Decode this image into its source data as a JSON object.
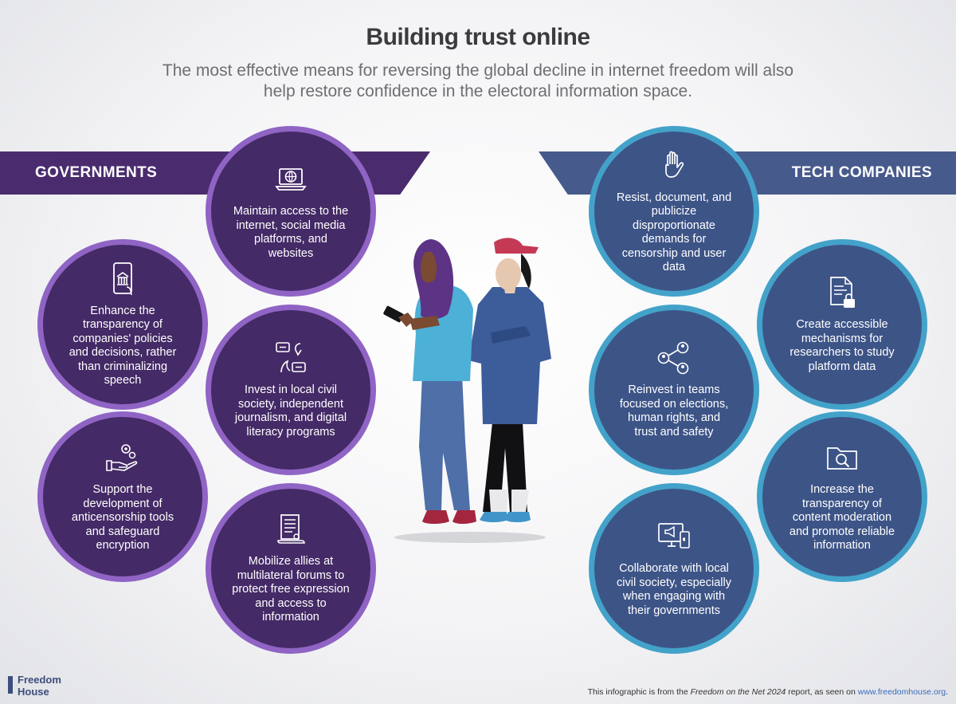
{
  "title": "Building trust online",
  "subtitle": "The most effective means for reversing the global decline in internet freedom will also help restore confidence in the electoral information space.",
  "governments": {
    "label": "GOVERNMENTS",
    "items": [
      {
        "icon": "globe-laptop-icon",
        "text": "Maintain access to the internet, social media platforms, and websites"
      },
      {
        "icon": "phone-government-icon",
        "text": "Enhance the transparency of companies' policies and decisions, rather than criminalizing speech"
      },
      {
        "icon": "speech-bubbles-icon",
        "text": "Invest in local civil society, independent journalism, and digital literacy programs"
      },
      {
        "icon": "hand-gears-icon",
        "text": "Support the development of anticensorship tools and safeguard encryption"
      },
      {
        "icon": "scroll-document-icon",
        "text": "Mobilize allies at multilateral forums to protect free expression and access to information"
      }
    ]
  },
  "tech_companies": {
    "label": "TECH COMPANIES",
    "items": [
      {
        "icon": "raised-hand-icon",
        "text": "Resist, document, and publicize disproportionate demands for censorship and user data"
      },
      {
        "icon": "document-lock-icon",
        "text": "Create accessible mechanisms for researchers to study platform data"
      },
      {
        "icon": "network-people-icon",
        "text": "Reinvest in teams focused on elections, human rights, and trust and safety"
      },
      {
        "icon": "folder-search-icon",
        "text": "Increase the transparency of content moderation and promote reliable information"
      },
      {
        "icon": "devices-megaphone-icon",
        "text": "Collaborate with local civil society, especially when engaging with their governments"
      }
    ]
  },
  "logo": {
    "line1": "Freedom",
    "line2": "House"
  },
  "footer": {
    "prefix": "This infographic is from the ",
    "report": "Freedom on the Net 2024",
    "middle": " report, as seen on ",
    "link": "www.freedomhouse.org",
    "suffix": "."
  },
  "colors": {
    "gov_dark": "#442a66",
    "gov_ring": "#8f64c4",
    "tech_dark": "#3d5487",
    "tech_ring": "#43a2c9"
  }
}
